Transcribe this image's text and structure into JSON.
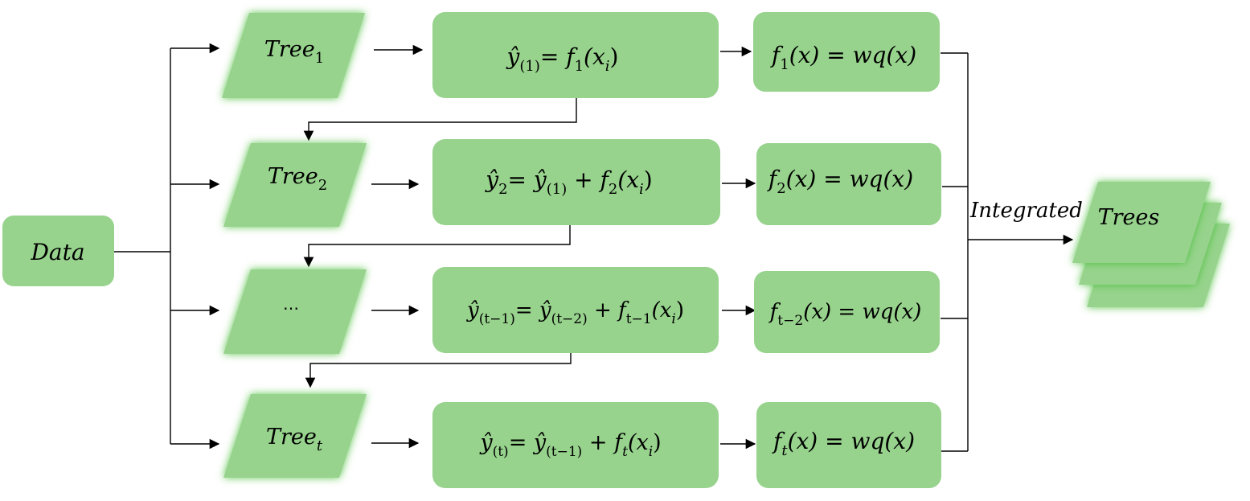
{
  "nodes": {
    "data": {
      "label": "Data"
    },
    "trees": [
      {
        "base": "Tree",
        "sub": "1"
      },
      {
        "base": "Tree",
        "sub": "2"
      },
      {
        "base": "…",
        "sub": ""
      },
      {
        "base": "Tree",
        "sub": "t"
      }
    ],
    "predictions": [
      {
        "lhs": "ŷ",
        "lhs_sub": "(1)",
        "rhs": "= f",
        "rhs_sub": "1",
        "tail": "(x",
        "tail_sub": "i",
        "end": ")"
      },
      {
        "lhs": "ŷ",
        "lhs_sub": "2",
        "rhs": "= ŷ",
        "rhs_sub": "(1)",
        "mid": " + f",
        "mid_sub": "2",
        "tail": "(x",
        "tail_sub": "i",
        "end": ")"
      },
      {
        "lhs": "ŷ",
        "lhs_sub": "(t−1)",
        "rhs": "= ŷ",
        "rhs_sub": "(t−2)",
        "mid": " + f",
        "mid_sub": "t−1",
        "tail": "(x",
        "tail_sub": "i",
        "end": ")"
      },
      {
        "lhs": "ŷ",
        "lhs_sub": "(t)",
        "rhs": "= ŷ",
        "rhs_sub": "(t−1)",
        "mid": " + f",
        "mid_sub": "t",
        "tail": "(x",
        "tail_sub": "i",
        "end": ")"
      }
    ],
    "functions": [
      {
        "f": "f",
        "sub": "1",
        "rest": "(x) = wq(x)"
      },
      {
        "f": "f",
        "sub": "2",
        "rest": "(x) = wq(x)"
      },
      {
        "f": "f",
        "sub": "t−2",
        "rest": "(x) = wq(x)"
      },
      {
        "f": "f",
        "sub": "t",
        "rest": "(x) = wq(x)"
      }
    ],
    "output": {
      "label": "Trees"
    }
  },
  "edges": {
    "integrated_label": "Integrated"
  },
  "colors": {
    "box_fill": "#97d38d",
    "glow": "#3dbb2c",
    "line": "#000000"
  }
}
